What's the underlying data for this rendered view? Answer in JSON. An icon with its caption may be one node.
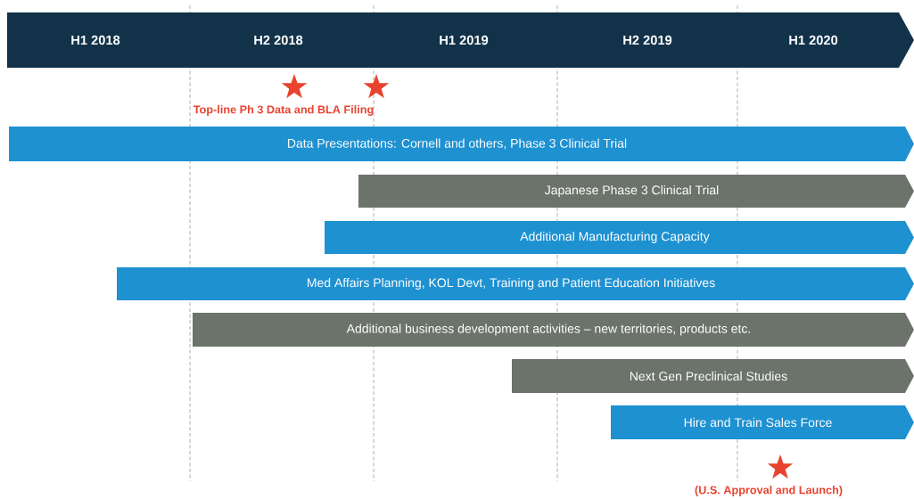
{
  "diagram": {
    "nodes": [
      {
        "text": [
          "H1 2018",
          "H2 2018",
          "H1 2019",
          "H2 2019",
          "H1 2020"
        ]
      },
      {
        "text": [
          "Data Presentations:  Cornell and others, Phase 3 Clinical Trial"
        ]
      },
      {
        "text": [
          "Japanese Phase 3 Clinical Trial"
        ]
      },
      {
        "text": [
          "Additional Manufacturing Capacity"
        ]
      },
      {
        "text": [
          "Med Affairs Planning, KOL Devt, Training and Patient Education Initiatives"
        ]
      },
      {
        "text": [
          "Additional business development activities – new territories, products etc."
        ]
      },
      {
        "text": [
          "Next Gen Preclinical Studies"
        ]
      },
      {
        "text": [
          "Hire and Train Sales Force"
        ]
      }
    ],
    "labels": [
      "Top-line Ph 3 Data and BLA Filing",
      "(U.S. Approval and Launch)"
    ]
  }
}
